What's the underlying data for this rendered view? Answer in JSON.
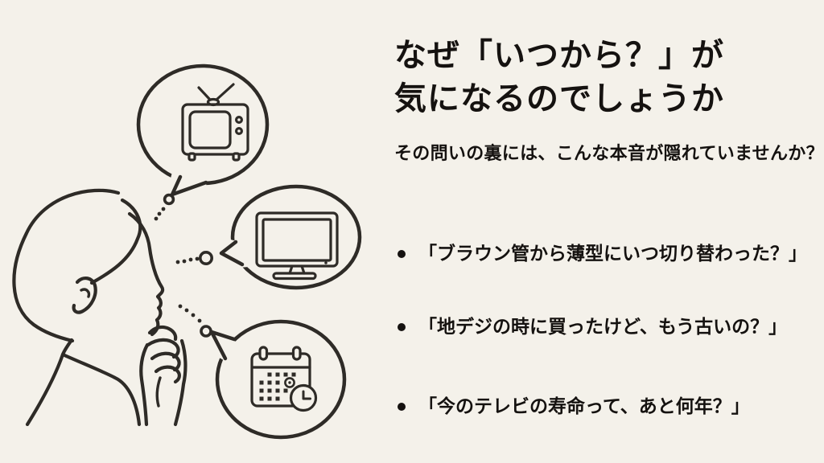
{
  "slide": {
    "colors": {
      "background": "#f4f1ea",
      "line": "#2e2b27",
      "text": "#151210"
    },
    "title": {
      "line1": "なぜ「いつから？」が",
      "line2": "気になるのでしょうか"
    },
    "subtitle": "その問いの裏には、こんな本音が隠れていませんか？",
    "bullets": [
      {
        "text": "「ブラウン管から薄型にいつ切り替わった？」"
      },
      {
        "text": "「地デジの時に買ったけど、もう古いの？」"
      },
      {
        "text": "「今のテレビの寿命って、あと何年？」"
      }
    ],
    "illustration": {
      "person": "thinking-person-icon",
      "bubble_top_icon": "crt-tv-icon",
      "bubble_middle_icon": "flat-screen-tv-icon",
      "bubble_bottom_icon": "calendar-clock-icon",
      "connector": "dotted-thought-trail",
      "bullet_marker": "bullet-dot-icon"
    }
  }
}
